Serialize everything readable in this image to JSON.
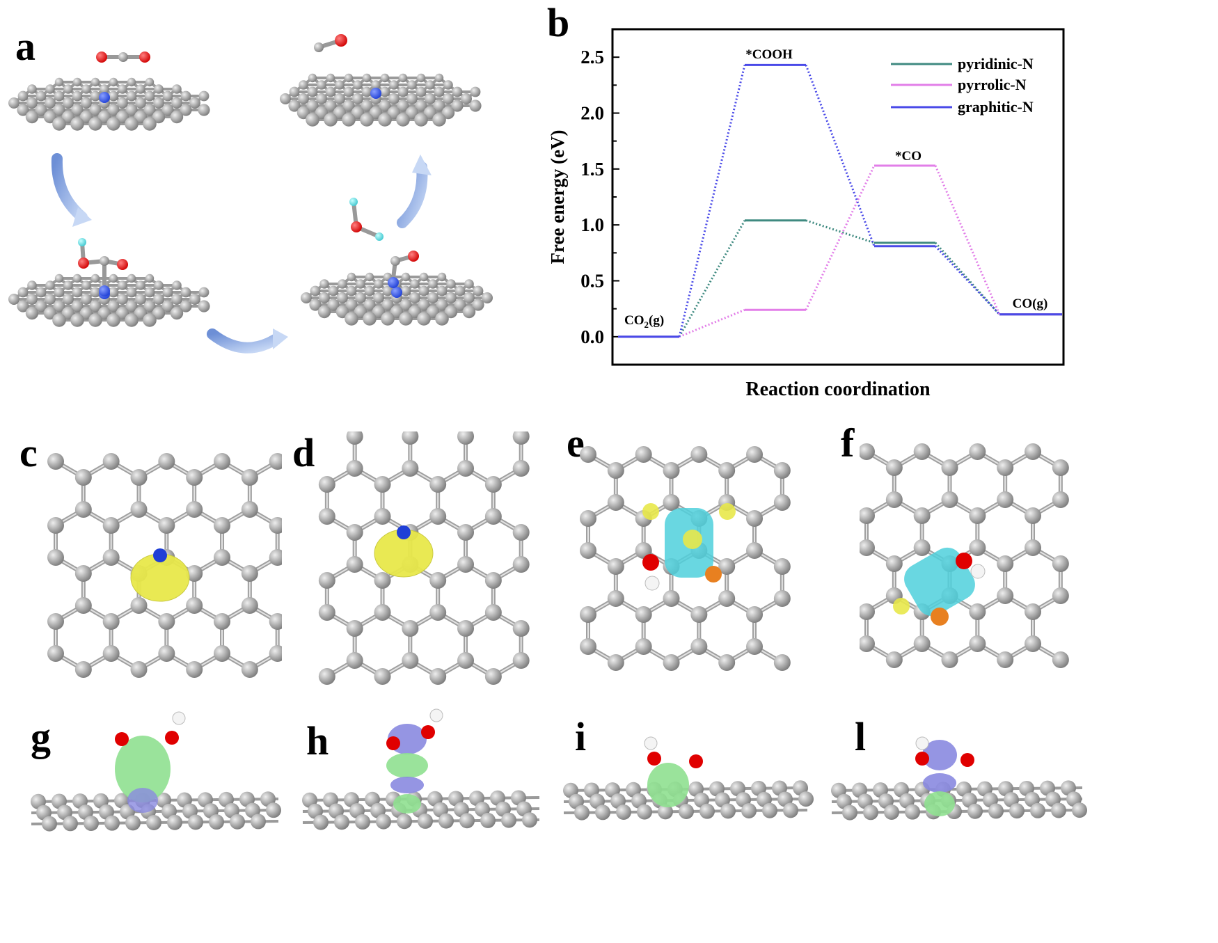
{
  "panels": {
    "a": "a",
    "b": "b",
    "c": "c",
    "d": "d",
    "e": "e",
    "f": "f",
    "g": "g",
    "h": "h",
    "i": "i",
    "l": "l"
  },
  "chart_data": {
    "type": "line",
    "title": "",
    "xlabel": "Reaction coordination",
    "ylabel": "Free energy (eV)",
    "ylim": [
      -0.25,
      2.75
    ],
    "yticks": [
      "0.0",
      "0.5",
      "1.0",
      "1.5",
      "2.0",
      "2.5"
    ],
    "ytick_values": [
      0.0,
      0.5,
      1.0,
      1.5,
      2.0,
      2.5
    ],
    "step_labels": [
      "CO2(g)",
      "*COOH",
      "*CO",
      "CO(g)"
    ],
    "legend_position": "top-right",
    "series": [
      {
        "name": "pyridinic-N",
        "color": "#3f8a80",
        "values": [
          0.0,
          1.04,
          0.84,
          0.2
        ]
      },
      {
        "name": "pyrrolic-N",
        "color": "#e27ee8",
        "values": [
          0.0,
          0.24,
          1.53,
          0.2
        ]
      },
      {
        "name": "graphitic-N",
        "color": "#4a4ae8",
        "values": [
          0.0,
          2.43,
          0.81,
          0.2
        ]
      }
    ]
  },
  "colors": {
    "carbon": "#8c8c8c",
    "nitrogen": "#1f3fd6",
    "oxygen": "#e00000",
    "hydrogen": "#6fd8e0",
    "charge_yellow": "#e8e84a",
    "charge_cyan": "#4fd0dc",
    "orbital_green": "#8fe090",
    "orbital_blue": "#8a8ae0"
  }
}
